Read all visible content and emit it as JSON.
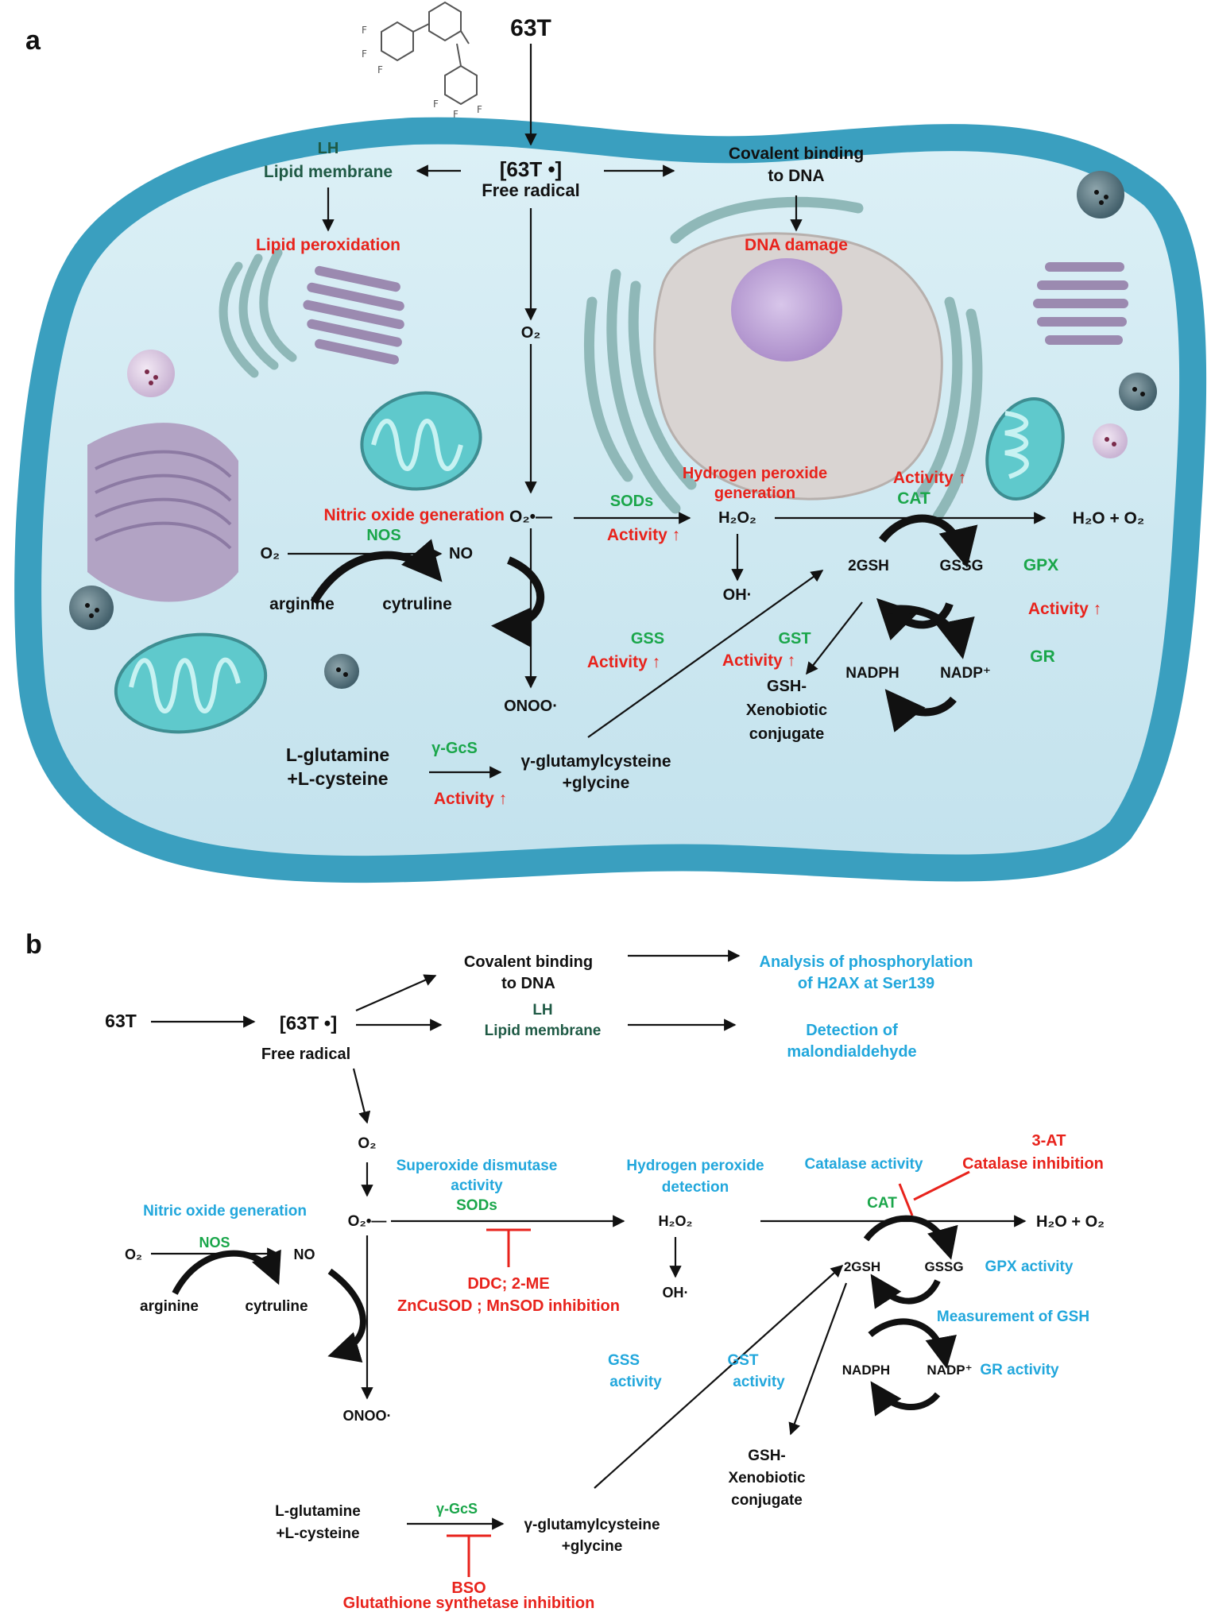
{
  "colors": {
    "black": "#111111",
    "red": "#e8231c",
    "green": "#1aa64a",
    "dark_green": "#1f5a45",
    "cyan": "#22a7dc",
    "cell_border": "#3a9fbf",
    "cytoplasm": "#cfe8f1",
    "nucleus": "#d9d4d2",
    "nucleolus": "#b79ad0",
    "mitochondria": "#5fc9cc",
    "golgi": "#9b8ab0",
    "er": "#8fb8b8"
  },
  "panel_a": {
    "label": "a",
    "compound": "63T",
    "radical": "[63T •]",
    "free_radical": "Free radical",
    "lh": "LH",
    "lipid_membrane": "Lipid membrane",
    "lipid_peroxidation": "Lipid peroxidation",
    "covalent_line1": "Covalent binding",
    "covalent_line2": "to DNA",
    "dna_damage": "DNA damage",
    "o2": "O₂",
    "superoxide": "O₂•—",
    "nitric_oxide_generation": "Nitric oxide generation",
    "nos": "NOS",
    "nos_o2": "O₂",
    "no": "NO",
    "arginine": "arginine",
    "cytruline": "cytruline",
    "onoo": "ONOO·",
    "sods": "SODs",
    "sod_activity": "Activity ↑",
    "hp_line1": "Hydrogen peroxide",
    "hp_line2": "generation",
    "h2o2": "H₂O₂",
    "oh": "OH·",
    "cat_activity": "Activity ↑",
    "cat": "CAT",
    "h2o_o2": "H₂O + O₂",
    "gsh2": "2GSH",
    "gssg": "GSSG",
    "gpx": "GPX",
    "gpx_activity": "Activity ↑",
    "gr": "GR",
    "nadph": "NADPH",
    "nadp": "NADP⁺",
    "gss": "GSS",
    "gss_activity": "Activity ↑",
    "gst": "GST",
    "gst_activity": "Activity ↑",
    "conj_line1": "GSH-",
    "conj_line2": "Xenobiotic",
    "conj_line3": "conjugate",
    "glutamine_line1": "L-glutamine",
    "glutamine_line2": "+L-cysteine",
    "ygcs": "γ-GcS",
    "ygcs_activity": "Activity ↑",
    "yglu_line1": "γ-glutamylcysteine",
    "yglu_line2": "+glycine"
  },
  "panel_b": {
    "label": "b",
    "compound": "63T",
    "radical": "[63T •]",
    "free_radical": "Free radical",
    "covalent_line1": "Covalent binding",
    "covalent_line2": "to DNA",
    "h2ax_line1": "Analysis of phosphorylation",
    "h2ax_line2": "of H2AX at Ser139",
    "lh": "LH",
    "lipid_membrane": "Lipid membrane",
    "mda_line1": "Detection of",
    "mda_line2": "malondialdehyde",
    "o2": "O₂",
    "superoxide": "O₂•—",
    "sod_line1": "Superoxide dismutase",
    "sod_line2": "activity",
    "sods": "SODs",
    "ddc": "DDC; 2-ME",
    "sod_inhibition": "ZnCuSOD ; MnSOD inhibition",
    "hp_line1": "Hydrogen peroxide",
    "hp_line2": "detection",
    "h2o2": "H₂O₂",
    "oh": "OH·",
    "catalase_activity": "Catalase activity",
    "at3": "3-AT",
    "catalase_inhibition": "Catalase inhibition",
    "cat": "CAT",
    "h2o_o2": "H₂O + O₂",
    "gsh2": "2GSH",
    "gssg": "GSSG",
    "gpx_activity": "GPX activity",
    "measurement_gsh": "Measurement of GSH",
    "nadph": "NADPH",
    "nadp": "NADP⁺",
    "gr_activity": "GR activity",
    "nitric_oxide_generation": "Nitric oxide generation",
    "nos": "NOS",
    "nos_o2": "O₂",
    "no": "NO",
    "arginine": "arginine",
    "cytruline": "cytruline",
    "onoo": "ONOO·",
    "gss_line1": "GSS",
    "gss_line2": "activity",
    "gst_line1": "GST",
    "gst_line2": "activity",
    "conj_line1": "GSH-",
    "conj_line2": "Xenobiotic",
    "conj_line3": "conjugate",
    "glutamine_line1": "L-glutamine",
    "glutamine_line2": "+L-cysteine",
    "ygcs": "γ-GcS",
    "yglu_line1": "γ-glutamylcysteine",
    "yglu_line2": "+glycine",
    "bso": "BSO",
    "bso_inhibition": "Glutathione synthetase inhibition"
  }
}
